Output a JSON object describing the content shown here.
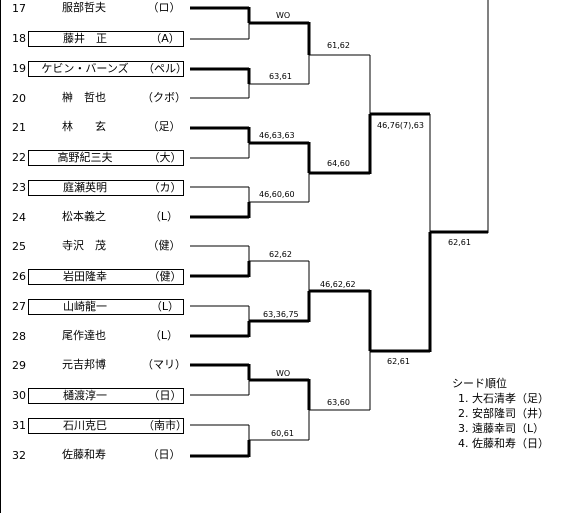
{
  "players": [
    {
      "no": "17",
      "name": "服部哲夫",
      "team": "（ロ）",
      "boxed": false
    },
    {
      "no": "18",
      "name": "藤井　正",
      "team": "（A）",
      "boxed": true
    },
    {
      "no": "19",
      "name": "ケビン・バーンズ",
      "team": "（ペル）",
      "boxed": true
    },
    {
      "no": "20",
      "name": "榊　哲也",
      "team": "（クボ）",
      "boxed": false
    },
    {
      "no": "21",
      "name": "林　　玄",
      "team": "（足）",
      "boxed": false
    },
    {
      "no": "22",
      "name": "高野紀三夫",
      "team": "（大）",
      "boxed": true
    },
    {
      "no": "23",
      "name": "庭瀬英明",
      "team": "（カ）",
      "boxed": true
    },
    {
      "no": "24",
      "name": "松本義之",
      "team": "（L）",
      "boxed": false
    },
    {
      "no": "25",
      "name": "寺沢　茂",
      "team": "（健）",
      "boxed": false
    },
    {
      "no": "26",
      "name": "岩田隆幸",
      "team": "（健）",
      "boxed": true
    },
    {
      "no": "27",
      "name": "山崎龍一",
      "team": "（L）",
      "boxed": true
    },
    {
      "no": "28",
      "name": "尾作達也",
      "team": "（L）",
      "boxed": false
    },
    {
      "no": "29",
      "name": "元吉邦博",
      "team": "（マリ）",
      "boxed": false
    },
    {
      "no": "30",
      "name": "樋渡淳一",
      "team": "（日）",
      "boxed": true
    },
    {
      "no": "31",
      "name": "石川克巳",
      "team": "（南市）",
      "boxed": true
    },
    {
      "no": "32",
      "name": "佐藤和寿",
      "team": "（日）",
      "boxed": false
    }
  ],
  "scores": {
    "r1_17_18": "WO",
    "r1_19_20": "63,61",
    "r1_21_22": "46,63,63",
    "r1_23_24": "46,60,60",
    "r1_25_26": "62,62",
    "r1_27_28": "63,36,75",
    "r1_29_30": "WO",
    "r1_31_32": "60,61",
    "r2_a": "61,62",
    "r2_b": "64,60",
    "r2_c": "46,62,62",
    "r2_d": "63,60",
    "r3_a": "46,76(7),63",
    "r3_b": "62,61",
    "r4": "62,61"
  },
  "seeds": {
    "title": "シード順位",
    "items": [
      "1. 大石清孝（足）",
      "2. 安部隆司（井）",
      "3. 遠藤幸司（L）",
      "4. 佐藤和寿（日）"
    ]
  }
}
